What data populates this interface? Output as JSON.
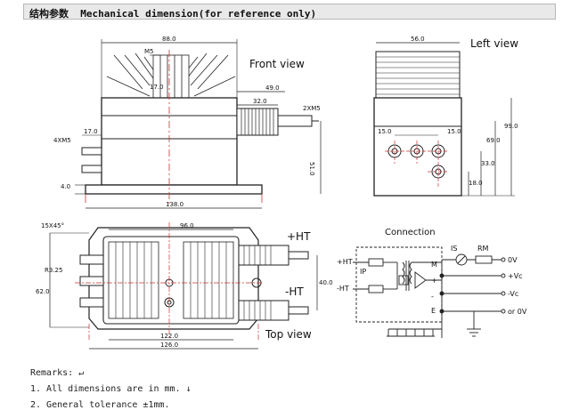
{
  "header": {
    "title": "结构参数  Mechanical dimension(for reference only)"
  },
  "views": {
    "front": "Front view",
    "left": "Left view",
    "top": "Top view",
    "connection": "Connection"
  },
  "dims": {
    "d88": "88.0",
    "m5": "M5",
    "d17a": "17.0",
    "d49": "49.0",
    "d32": "32.0",
    "xm5_2": "2XM5",
    "xm5_4": "4XM5",
    "d17b": "17.0",
    "d51": "51.0",
    "d4": "4.0",
    "d138": "138.0",
    "d56": "56.0",
    "d15a": "15.0",
    "d15b": "15.0",
    "d99": "99.0",
    "d69": "69.0",
    "d33": "33.0",
    "d18": "18.0",
    "chamfer": "15X45°",
    "d96": "96.0",
    "r325": "R3.25",
    "d62": "62.0",
    "d40": "40.0",
    "d122": "122.0",
    "d126": "126.0"
  },
  "labels": {
    "ht_plus": "+HT",
    "ht_minus": "-HT",
    "conn_ht_plus": "+HT",
    "conn_ht_minus": "-HT",
    "ip": "IP",
    "is": "IS",
    "rm": "RM",
    "m": "M",
    "plus": "+",
    "minus": "-",
    "e": "E",
    "ov": "0V",
    "vc_plus": "+Vc",
    "vc_minus": "-Vc",
    "or_ov": "or  0V"
  },
  "remarks": {
    "title": "Remarks: ↵",
    "r1": "1. All dimensions are in mm. ↓",
    "r2": "2. General tolerance ±1mm."
  }
}
